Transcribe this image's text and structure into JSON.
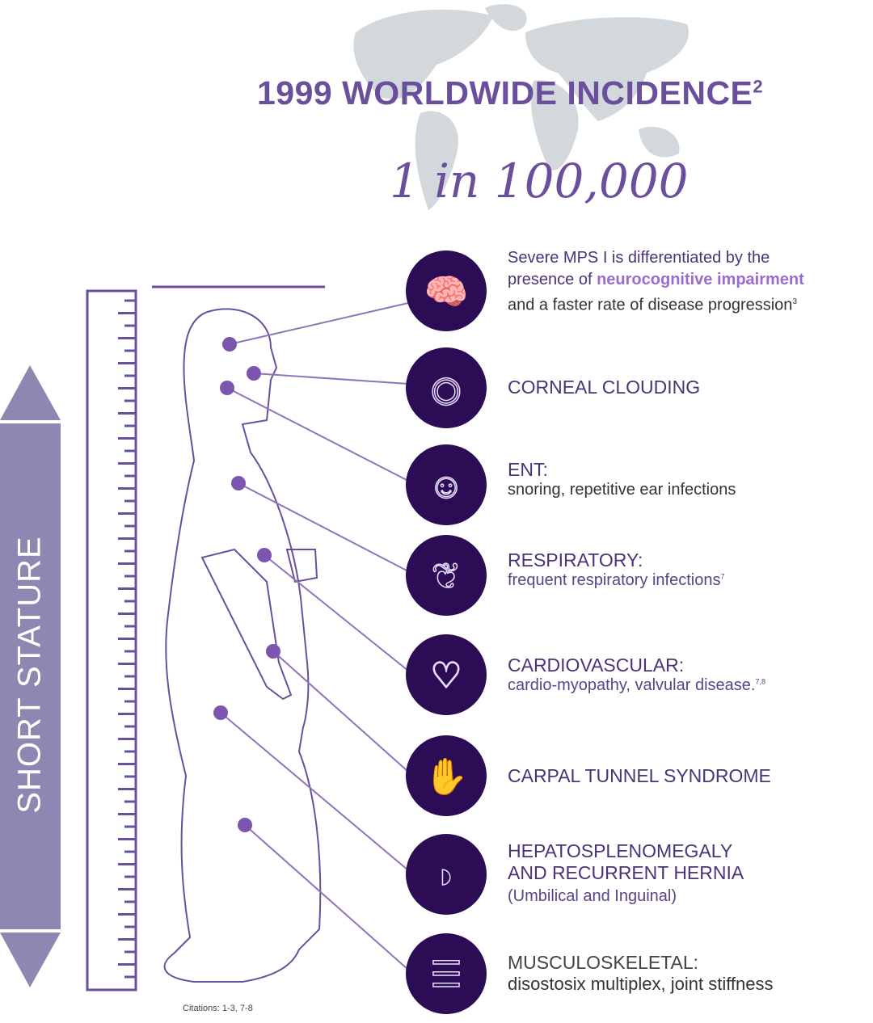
{
  "title": {
    "text": "1999 WORLDWIDE INCIDENCE",
    "superscript": "2"
  },
  "incidence": "1 in 100,000",
  "stature_label": "SHORT STATURE",
  "citations": "Citations: 1-3, 7-8",
  "colors": {
    "dark_circle": "#2b0c55",
    "accent": "#6a4f9c",
    "highlight": "#9b6bd0",
    "arrow": "#8f86b1"
  },
  "items": [
    {
      "icon": "brain-icon",
      "desc_part1": "Severe MPS I is differentiated by the presence of ",
      "desc_highlight": "neurocognitive impairment",
      "desc_part2": " and a faster rate of disease progression",
      "sup": "3"
    },
    {
      "icon": "eye-icon",
      "heading": "CORNEAL CLOUDING"
    },
    {
      "icon": "head-profile-icon",
      "heading": "ENT:",
      "sub": "snoring, repetitive ear infections"
    },
    {
      "icon": "lungs-icon",
      "heading": "RESPIRATORY:",
      "sub": "frequent respiratory infections",
      "sup": "7"
    },
    {
      "icon": "heart-icon",
      "heading": "CARDIOVASCULAR:",
      "sub": "cardio-myopathy, valvular disease.",
      "sup": "7,8"
    },
    {
      "icon": "hand-icon",
      "heading": "CARPAL TUNNEL SYNDROME"
    },
    {
      "icon": "liver-icon",
      "heading": "HEPATOSPLENOMEGALY",
      "heading2": "AND RECURRENT HERNIA",
      "sub": "(Umbilical and Inguinal)"
    },
    {
      "icon": "spine-icon",
      "heading": "MUSCULOSKELETAL:",
      "sub": "disostosix multiplex, joint stiffness"
    }
  ]
}
